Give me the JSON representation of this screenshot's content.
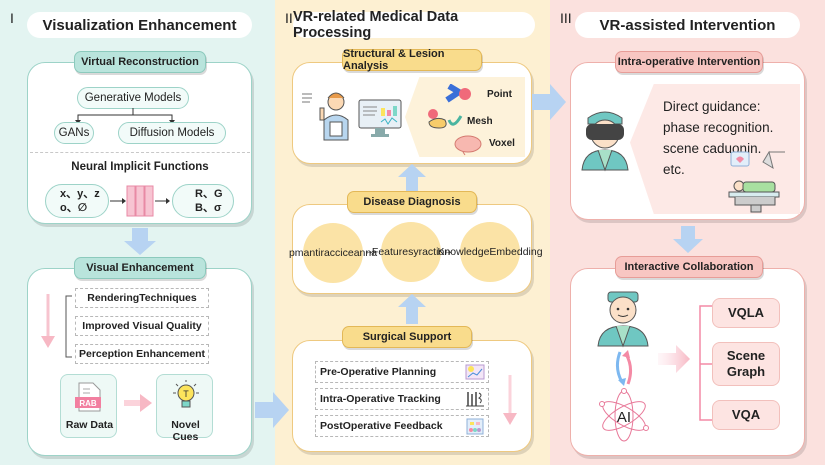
{
  "panels": [
    {
      "numeral": "I",
      "title": "Visualization Enhancement",
      "virtual_reconstruction": {
        "label": "Virtual Reconstruction",
        "generative_models": "Generative Models",
        "children": [
          "GANs",
          "Diffusion Models"
        ],
        "neural_implicit_functions": "Neural Implicit Functions",
        "input_line1": "x、y、z",
        "input_line2": "o、∅",
        "output_line1": "R、G",
        "output_line2": "B、σ"
      },
      "visual_enhancement": {
        "label": "Visual Enhancement",
        "items": [
          "RenderingTechniques",
          "Improved Visual Quality",
          "Perception Enhancement"
        ],
        "raw_data_label": "Raw Data",
        "raw_data_badge": "RAB",
        "novel_cues_label": "Novel Cues",
        "bulb_letter": "T"
      }
    },
    {
      "numeral": "II",
      "title": "VR-related Medical Data Processing",
      "structural": {
        "label": "Structural & Lesion Analysis",
        "representations": [
          "Point",
          "Mesh",
          "Voxel"
        ]
      },
      "diagnosis": {
        "label": "Disease Diagnosis",
        "circles": [
          {
            "line1": "pmantir",
            "line2": "acciceanna"
          },
          {
            "line1": "Feature",
            "line2": "syraction"
          },
          {
            "line1": "Knowledge",
            "line2": "Embedding"
          }
        ]
      },
      "surgical": {
        "label": "Surgical Support",
        "items": [
          "Pre-Operative Planning",
          "Intra-Operative Tracking",
          "PostOperative Feedback"
        ]
      }
    },
    {
      "numeral": "III",
      "title": "VR-assisted Intervention",
      "intra_operative": {
        "label": "Intra-operative Intervention",
        "guidance_lines": [
          "Direct guidance:",
          "phase recognition.",
          "scene caduonin.",
          "etc."
        ]
      },
      "collaboration": {
        "label": "Interactive Collaboration",
        "ai_label": "AI",
        "outputs": [
          {
            "line1": "VQLA",
            "line2": ""
          },
          {
            "line1": "Scene",
            "line2": "Graph"
          },
          {
            "line1": "VQA",
            "line2": ""
          }
        ]
      }
    }
  ],
  "colors": {
    "teal_bg": "#e3f4f1",
    "yellow_bg": "#fdf0d2",
    "pink_bg": "#fbe1de",
    "arrow_blue": "#b7d3f2",
    "arrow_pink": "#f7b8c4"
  }
}
